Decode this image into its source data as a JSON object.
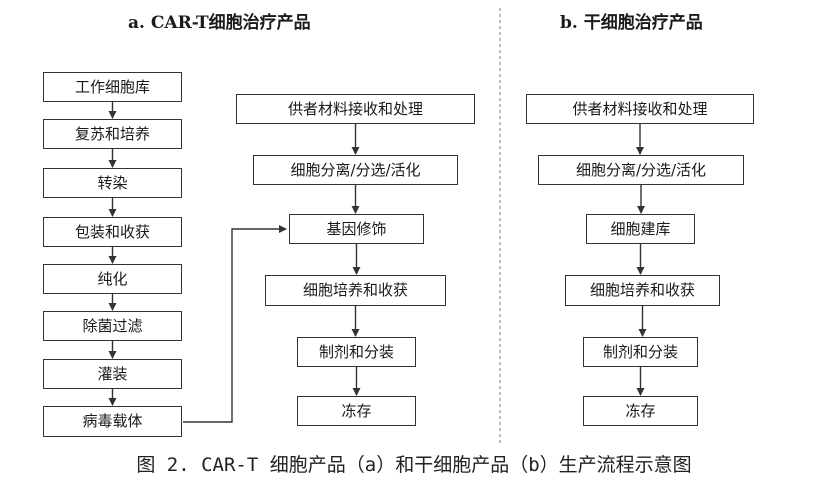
{
  "panel_a": {
    "title": "a. CAR-T细胞治疗产品",
    "left_chain": [
      "工作细胞库",
      "复苏和培养",
      "转染",
      "包装和收获",
      "纯化",
      "除菌过滤",
      "灌装",
      "病毒载体"
    ],
    "right_chain": [
      "供者材料接收和处理",
      "细胞分离/分选/活化",
      "基因修饰",
      "细胞培养和收获",
      "制剂和分装",
      "冻存"
    ]
  },
  "panel_b": {
    "title": "b. 干细胞治疗产品",
    "chain": [
      "供者材料接收和处理",
      "细胞分离/分选/活化",
      "细胞建库",
      "细胞培养和收获",
      "制剂和分装",
      "冻存"
    ]
  },
  "caption": "图 2. CAR-T 细胞产品（a）和干细胞产品（b）生产流程示意图"
}
